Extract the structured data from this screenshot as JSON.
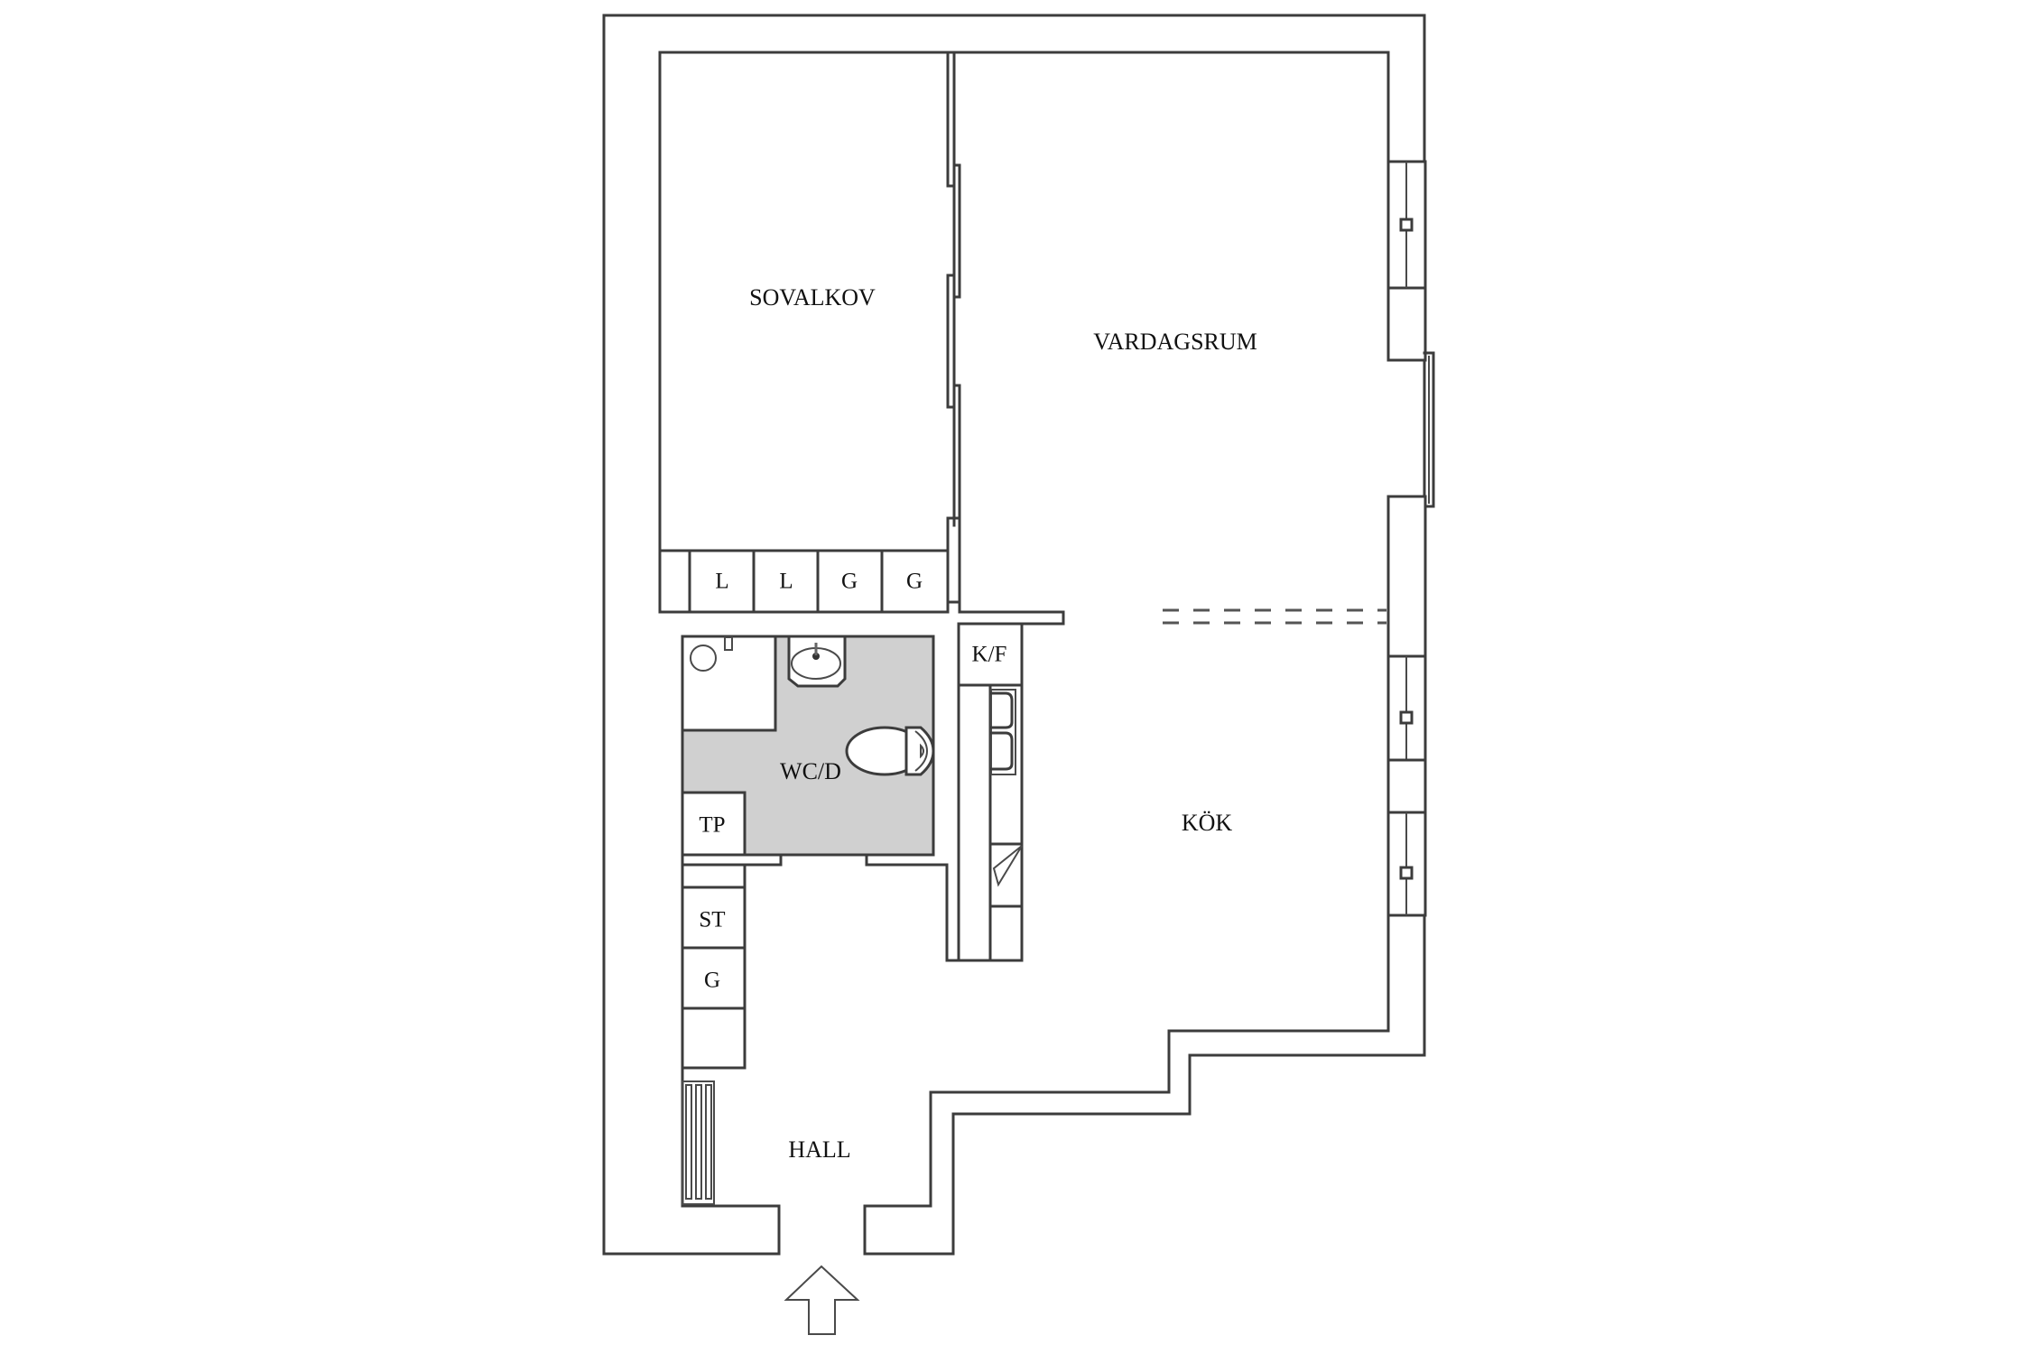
{
  "plan": {
    "rooms": {
      "sovalkov": "SOVALKOV",
      "vardagsrum": "VARDAGSRUM",
      "kok": "KÖK",
      "wc": "WC/D",
      "hall": "HALL"
    },
    "closets": {
      "bedroom_row": [
        "L",
        "L",
        "G",
        "G"
      ],
      "kf": "K/F",
      "tp": "TP",
      "st": "ST",
      "hall_g": "G"
    },
    "entrance": "entrance-arrow",
    "colors": {
      "wall": "#3c3c3c",
      "wet_area": "#d0d0d0",
      "background": "#ffffff"
    }
  }
}
